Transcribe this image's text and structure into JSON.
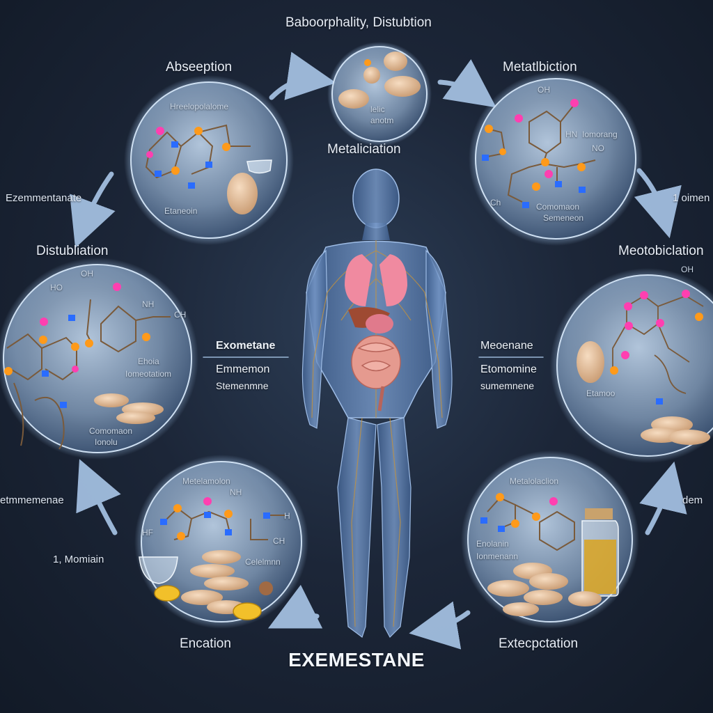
{
  "title": "EXEMESTANE",
  "stages": {
    "top": "Baboorphality, Distubtion",
    "top_left": "Abseeption",
    "top_right": "Metatlbiction",
    "left_upper": "Ezemmentanate",
    "left": "Distubliation",
    "right": "Meotobiclation",
    "right_upper": "1 oimen",
    "left_lower": "etmmemenae",
    "left_lower_sub": "1, Momiain",
    "right_lower": "dem",
    "bottom_left": "Encation",
    "bottom_right": "Extecpctation"
  },
  "circle_labels": {
    "top_left_title": "Hreelopolalome",
    "top_left_foot": "Etaneoin",
    "top_small": "Metaliciation",
    "top_center_note_1": "lelic",
    "top_center_note_2": "anotm",
    "top_right_code_1": "OH",
    "top_right_code_2": "HN",
    "top_right_note": "Iomorang",
    "top_right_note_2": "NO",
    "top_right_foot_1": "Comomaon",
    "top_right_foot_2": "Semeneon",
    "top_right_tag": "Ch",
    "left_code_1": "OH",
    "left_code_2": "HO",
    "left_code_3": "NH",
    "left_code_4": "CH",
    "left_note_1": "Ehoia",
    "left_note_2": "Iomeotatiom",
    "left_foot_1": "Comomaon",
    "left_foot_2": "Ionolu",
    "right_code_1": "OH",
    "right_foot": "Etamoo",
    "bl_title": "Metelamolon",
    "bl_code_1": "H",
    "bl_code_2": "NH",
    "bl_code_3": "CH",
    "bl_code_4": "HF",
    "bl_note": "Celelmnn",
    "br_title": "Metalolaclion",
    "br_note_1": "Enolanin",
    "br_note_2": "Ionmenann"
  },
  "center_left": {
    "line1": "Exometane",
    "line2": "Emmemon",
    "line3": "Stemenmne"
  },
  "center_right": {
    "line1": "Meoenane",
    "line2": "Etomomine",
    "line3": "sumemnene"
  },
  "colors": {
    "bubble_fill": "#8fa9c6",
    "bubble_edge": "#cfe0f2",
    "arrow": "#a9c6e8",
    "atom_pink": "#ff3fb0",
    "atom_orange": "#ff9a1a",
    "atom_blue": "#2a6cff",
    "tablet": "#e2bf9c",
    "body_blue": "#6c8fc0"
  }
}
